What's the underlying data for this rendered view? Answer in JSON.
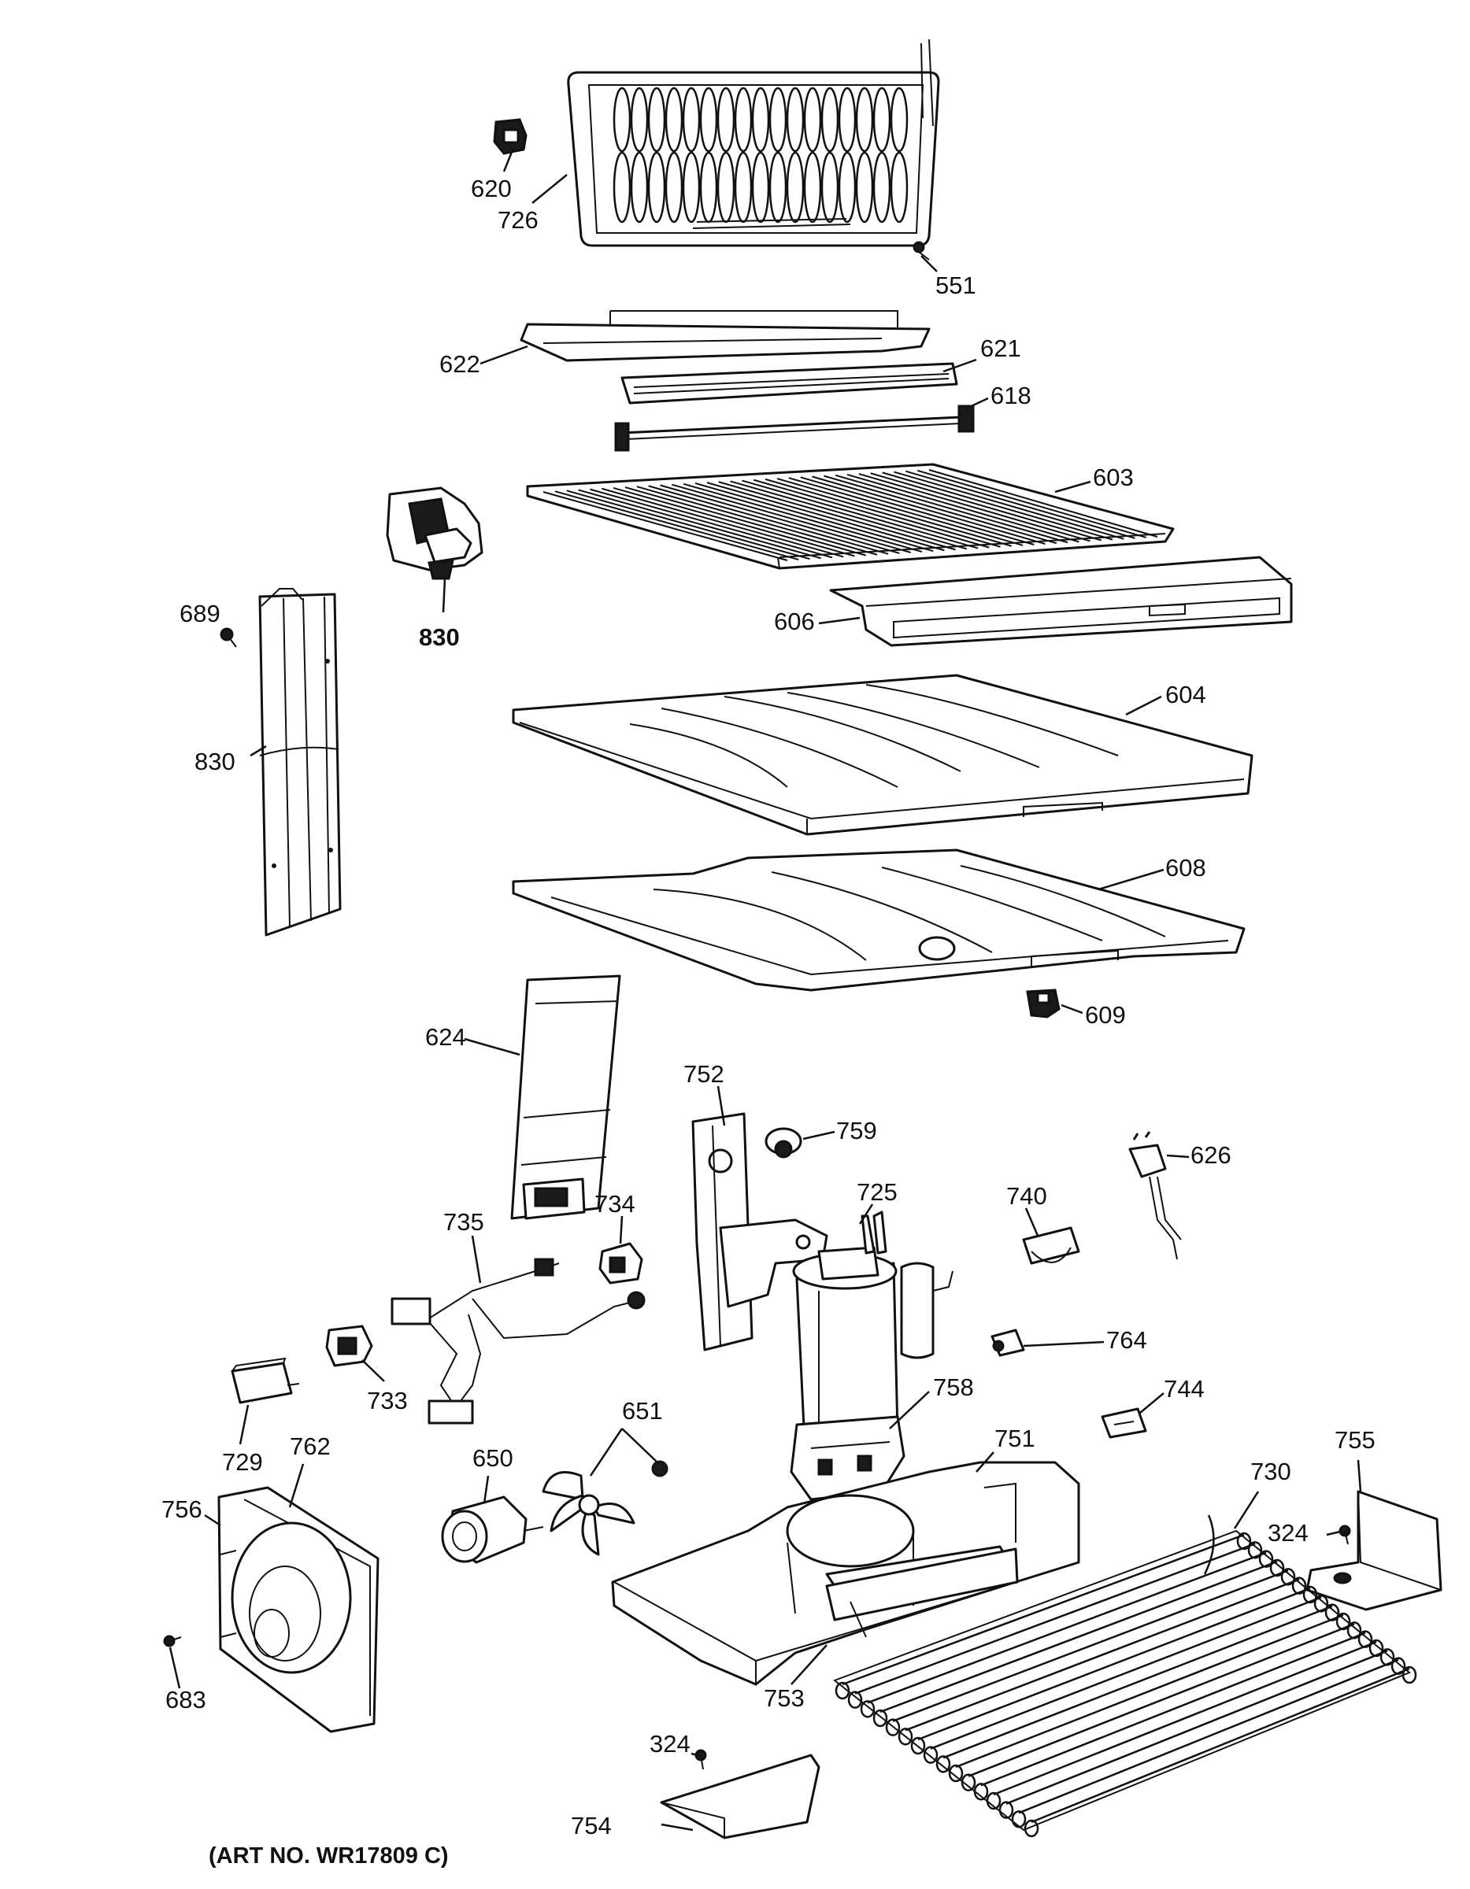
{
  "labels": {
    "p620": "620",
    "p726": "726",
    "p551": "551",
    "p622": "622",
    "p621": "621",
    "p618": "618",
    "p603": "603",
    "p830a": "830",
    "p689": "689",
    "p830b": "830",
    "p606": "606",
    "p604": "604",
    "p608": "608",
    "p609": "609",
    "p624": "624",
    "p752": "752",
    "p759": "759",
    "p725": "725",
    "p740": "740",
    "p626": "626",
    "p735": "735",
    "p734": "734",
    "p764": "764",
    "p733": "733",
    "p729": "729",
    "p651": "651",
    "p758": "758",
    "p744": "744",
    "p762": "762",
    "p650": "650",
    "p751": "751",
    "p755": "755",
    "p730": "730",
    "p756": "756",
    "p324a": "324",
    "p683": "683",
    "p753": "753",
    "p324b": "324",
    "p754": "754"
  },
  "caption": "(ART NO. WR17809 C)"
}
